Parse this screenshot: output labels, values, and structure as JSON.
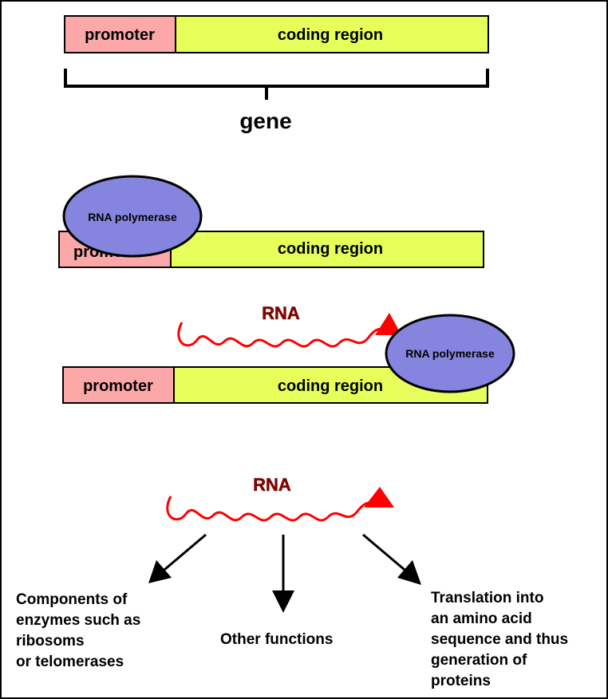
{
  "row1": {
    "promoter": "promoter",
    "coding": "coding region",
    "gene": "gene"
  },
  "row2": {
    "polymerase": "RNA polymerase",
    "promoter_partial": "promoter",
    "coding": "coding region"
  },
  "row3": {
    "rna": "RNA",
    "polymerase": "RNA polymerase",
    "promoter": "promoter",
    "coding": "coding region"
  },
  "row4": {
    "rna": "RNA",
    "outcomes": [
      {
        "lines": [
          "Components of",
          "enzymes such as",
          "ribosoms",
          "or telomerases"
        ]
      },
      {
        "lines": [
          "Other functions"
        ]
      },
      {
        "lines": [
          "Translation into",
          "an amino acid",
          "sequence and thus",
          "generation of",
          "proteins"
        ]
      }
    ]
  },
  "colors": {
    "promoter_fill": "#fca8a8",
    "coding_fill": "#e6ff5a",
    "polymerase_fill": "#8585e0",
    "rna_wave": "#ff0000",
    "rna_label": "#8b0000"
  }
}
